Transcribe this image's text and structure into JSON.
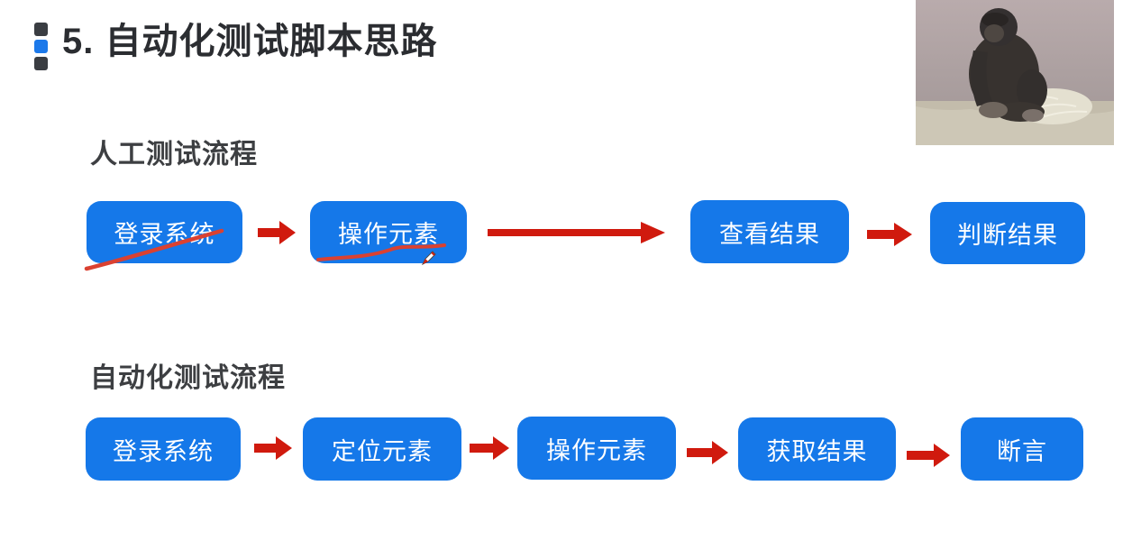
{
  "slide": {
    "title": "5. 自动化测试脚本思路",
    "sections": [
      {
        "heading": "人工测试流程",
        "steps": [
          "登录系统",
          "操作元素",
          "查看结果",
          "判断结果"
        ]
      },
      {
        "heading": "自动化测试流程",
        "steps": [
          "登录系统",
          "定位元素",
          "操作元素",
          "获取结果",
          "断言"
        ]
      }
    ]
  },
  "photo": {
    "alt": "sitting gorilla against gray wall on straw ground"
  },
  "annotations": {
    "pen_cursor": "pen-cursor-icon",
    "underline_1_target": "登录系统",
    "underline_2_target": "操作元素"
  },
  "colors": {
    "box_blue": "#1578e9",
    "arrow_red": "#d01a0e",
    "annotation_red": "#da4131",
    "title_dark": "#2b2d31",
    "heading_dark": "#3d3f42",
    "bullet_blue": "#1c79ea",
    "bullet_dark": "#3a3d42"
  }
}
